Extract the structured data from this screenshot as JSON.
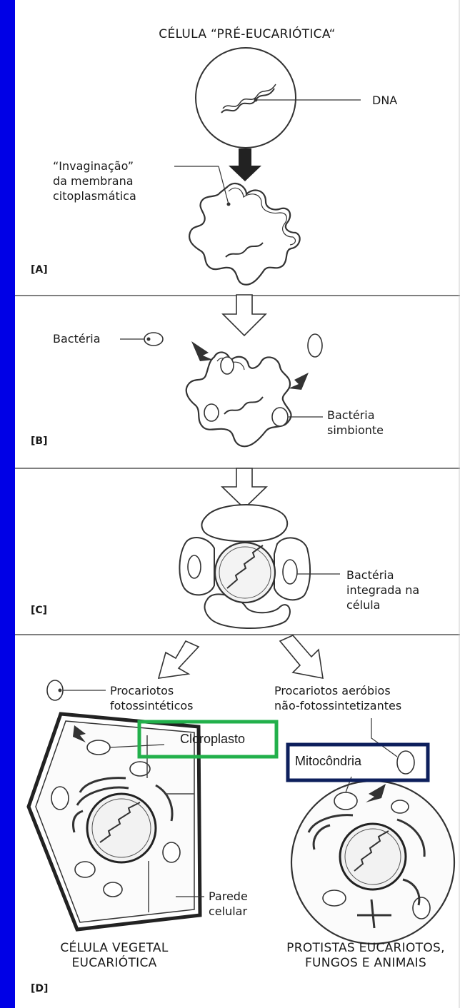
{
  "title": "CÉLULA “PRÉ-EUCARIÓTICA“",
  "panels": {
    "a": "[A]",
    "b": "[B]",
    "c": "[C]",
    "d": "[D]"
  },
  "labels": {
    "dna": "DNA",
    "invagination": [
      "“Invaginação”",
      "da membrana",
      "citoplasmática"
    ],
    "bacteria": "Bactéria",
    "symbiont_bacteria": [
      "Bactéria",
      "simbionte"
    ],
    "integrated_bacteria": [
      "Bactéria",
      "integrada na",
      "célula"
    ],
    "photosynthetic_prokaryotes": [
      "Procariotos",
      "fotossintéticos"
    ],
    "aerobic_prokaryotes": [
      "Procariotos aeróbios",
      "não-fotossintetizantes"
    ],
    "chloroplast": "Cloroplasto",
    "mitochondria": "Mitocôndria",
    "cell_wall": [
      "Parede",
      "celular"
    ],
    "plant_cell": [
      "CÉLULA VEGETAL",
      "EUCARIÓTICA"
    ],
    "animal_cells": [
      "PROTISTAS EUCARIOTOS,",
      "FUNGOS E ANIMAIS"
    ]
  },
  "colors": {
    "sidebar": "#0000e6",
    "chloroplast_highlight": "#22b04b",
    "mitochondria_highlight": "#0d1f5c",
    "line": "#333333"
  }
}
